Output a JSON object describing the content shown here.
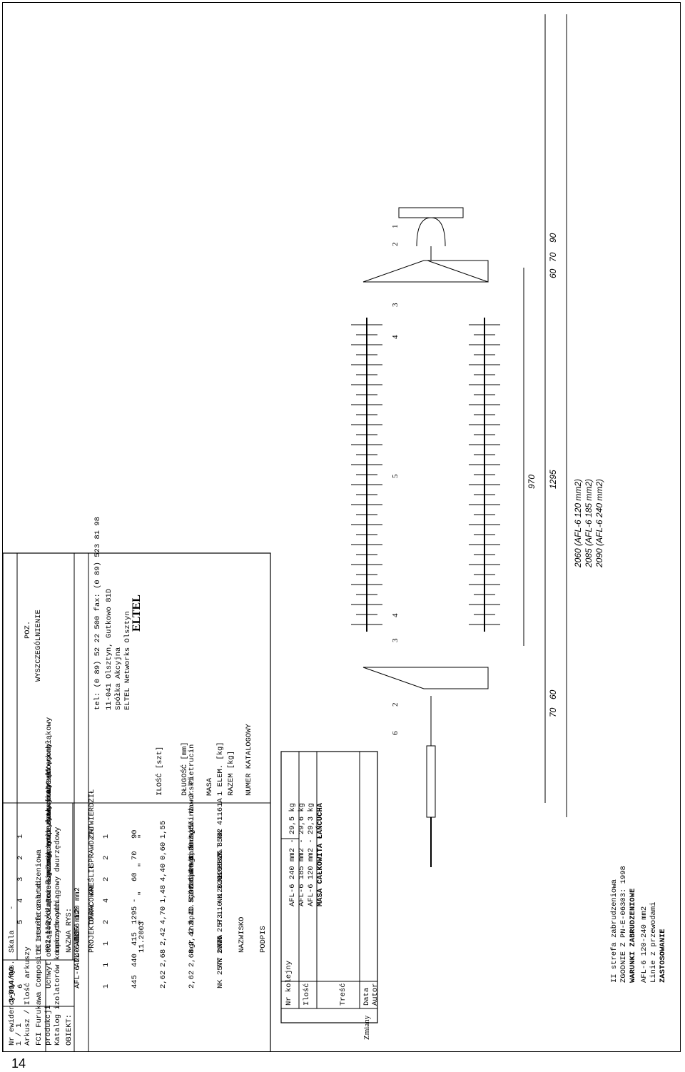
{
  "page_number": "14",
  "application": {
    "title": "ZASTOSOWANIE",
    "lines": [
      "Linie z przewodami",
      "AFL-6 120-240 mm2"
    ],
    "conditions_title": "WARUNKI ZABRUDZENIOWE",
    "conditions": [
      "ZGODNIE Z PN-E-06303: 1998",
      "II strefa zabrudzeniowa"
    ]
  },
  "masa": {
    "title": "MASA CAŁKOWITA ŁAŃCUCHA",
    "rows": [
      "AFL-6 120 mm2 - 29,3 kg",
      "AFL-6 185 mm2 - 29,6 kg",
      "AFL-6 240 mm2 - 29,5 kg"
    ]
  },
  "changes": {
    "title": "Zmiany",
    "cols": [
      "Nr kolejny",
      "Ilość",
      "Treść",
      "Data",
      "Autor"
    ]
  },
  "dimensions": {
    "overall": [
      "2090 (AFL-6 240 mm2)",
      "2085 (AFL-6 185 mm2)",
      "2060 (AFL-6 120 mm2)"
    ],
    "d1295": "1295",
    "d970": "970",
    "top": [
      "90",
      "70",
      "60"
    ],
    "bottom": [
      "60",
      "70"
    ]
  },
  "callouts": [
    "1",
    "2",
    "3",
    "4",
    "5",
    "4",
    "3",
    "2",
    "6"
  ],
  "parts_table": {
    "headers": {
      "poz": "POZ.",
      "desc": "WYSZCZEGÓLNIENIE",
      "qty": "ILOŚĆ [szt]",
      "len": "DŁUGOŚĆ [mm]",
      "mass": "MASA",
      "m1": "1 ELEM. [kg]",
      "m2": "RAZEM [kg]",
      "cat": "NUMER KATALOGOWY"
    },
    "rows": [
      {
        "poz": "6",
        "name": "Uchwyt odciągowy zaprasowywany",
        "variant": "AFL-6 240 mm2",
        "qty": "1",
        "len": "445",
        "m1": "2,62",
        "m2": "2,62",
        "cat": "NK 2577"
      },
      {
        "poz": "",
        "name": "",
        "variant": "AFL-6 185 mm2",
        "qty": "1",
        "len": "440",
        "m1": "2,68",
        "m2": "2,68",
        "cat": "NK 2575"
      },
      {
        "poz": "",
        "name": "",
        "variant": "AFL-6 120 mm2",
        "qty": "1",
        "len": "415",
        "m1": "2,42",
        "m2": "2,42",
        "cat": "NK 2573"
      },
      {
        "poz": "5",
        "name": "Izolator liniowy kompozytowy 110 kV",
        "variant": "",
        "qty": "2",
        "len": "1295",
        "m1": "4,70",
        "m2": "9,40",
        "cat": "H.110.120.1295.T.T."
      },
      {
        "poz": "4",
        "name": "Rożek ochronny",
        "variant": "",
        "qty": "4",
        "len": "-",
        "m1": "1,48",
        "m2": "5,92",
        "cat": "NK 32010"
      },
      {
        "poz": "3",
        "name": "Łącznik orczykowy dwurzędowy",
        "variant": "",
        "qty": "2",
        "len": "60",
        "m1": "4,40",
        "m2": "8,80",
        "cat": "NK 3825"
      },
      {
        "poz": "2",
        "name": "Łącznik dwuuchowy skręcony",
        "variant": "",
        "qty": "2",
        "len": "70",
        "m1": "0,60",
        "m2": "1,20",
        "cat": "NK 3532"
      },
      {
        "poz": "1",
        "name": "Wieszak śrubowo - kabłąkowy",
        "variant": "",
        "qty": "1",
        "len": "90",
        "m1": "1,55",
        "m2": "1,55",
        "cat": "NK 41161A"
      }
    ]
  },
  "company": {
    "logo": "ELTEL",
    "name": "ELTEL Networks Olsztyn",
    "type": "Spółka Akcyjna",
    "address": "11-041 Olsztyn, Gutkowo 81D",
    "contact": "tel: (0 89) 52 22 500  fax: (0 89) 523 81 98"
  },
  "approvals": {
    "headers": [
      "DATA",
      "NAZWISKO",
      "PODPIS"
    ],
    "rows": [
      {
        "role": "PROJEKTOWAŁ",
        "date": "11.2003",
        "name": "mgr inż. I. Górniak"
      },
      {
        "role": "OPRACOWAŁ",
        "date": "\"",
        "name": "inż. K. Sadurski"
      },
      {
        "role": "KREŚLIŁ",
        "date": "\"",
        "name": "inż. K. Sadurski"
      },
      {
        "role": "SPRAWDZIŁ",
        "date": "\"",
        "name": "mgr inż. W. Naworski"
      },
      {
        "role": "ZATWIERDZIŁ",
        "date": "\"",
        "name": "mgr inż. J. Pietrucin"
      }
    ]
  },
  "object": {
    "label": "OBIEKT:",
    "lines": [
      "Katalog izolatorów kompozytowych",
      "produkcji",
      "FCI Furukawa Composite Insulator Ltd."
    ]
  },
  "drawing": {
    "label": "NAZWA RYS:",
    "lines": [
      "Łańcuch odciągowy dwurzędowy",
      "K02-110 kV",
      "II strefa zabrudzeniowa"
    ],
    "scale_label": "Skala",
    "scale": "-",
    "sheet_label": "Arkusz / Ilość arkuszy",
    "sheet": "1 / 1",
    "number_label": "Nr ewidencyjny rys.",
    "number": "3-014/00"
  }
}
